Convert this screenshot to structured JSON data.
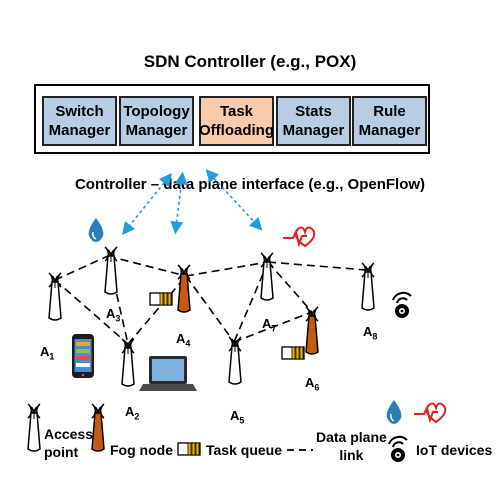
{
  "controller": {
    "title": "SDN Controller (e.g., POX)",
    "modules": [
      {
        "label": "Switch\nManager"
      },
      {
        "label": "Topology\nManager"
      },
      {
        "label": "Task\nOffloading"
      },
      {
        "label": "Stats\nManager"
      },
      {
        "label": "Rule\nManager"
      }
    ],
    "interface_label": "Controller – data plane interface (e.g., OpenFlow)"
  },
  "nodes": {
    "a1": "A",
    "a2": "A",
    "a3": "A",
    "a4": "A",
    "a5": "A",
    "a6": "A",
    "a7": "A",
    "a8": "A",
    "sub": {
      "a1": "1",
      "a2": "2",
      "a3": "3",
      "a4": "4",
      "a5": "5",
      "a6": "6",
      "a7": "7",
      "a8": "8"
    }
  },
  "legend": {
    "access_point": "Access\npoint",
    "fog_node": "Fog node",
    "task_queue": "Task queue",
    "data_plane_link": "Data plane\nlink",
    "iot_devices": "IoT devices"
  },
  "colors": {
    "module_fill": "#b8cce4",
    "highlight_fill": "#f8cbad",
    "fog_fill": "#c55a11",
    "queue_fill": "#f5b800",
    "interface_arrow": "#1f9bde",
    "heart": "#e02020",
    "drop": "#2a7fb8"
  }
}
